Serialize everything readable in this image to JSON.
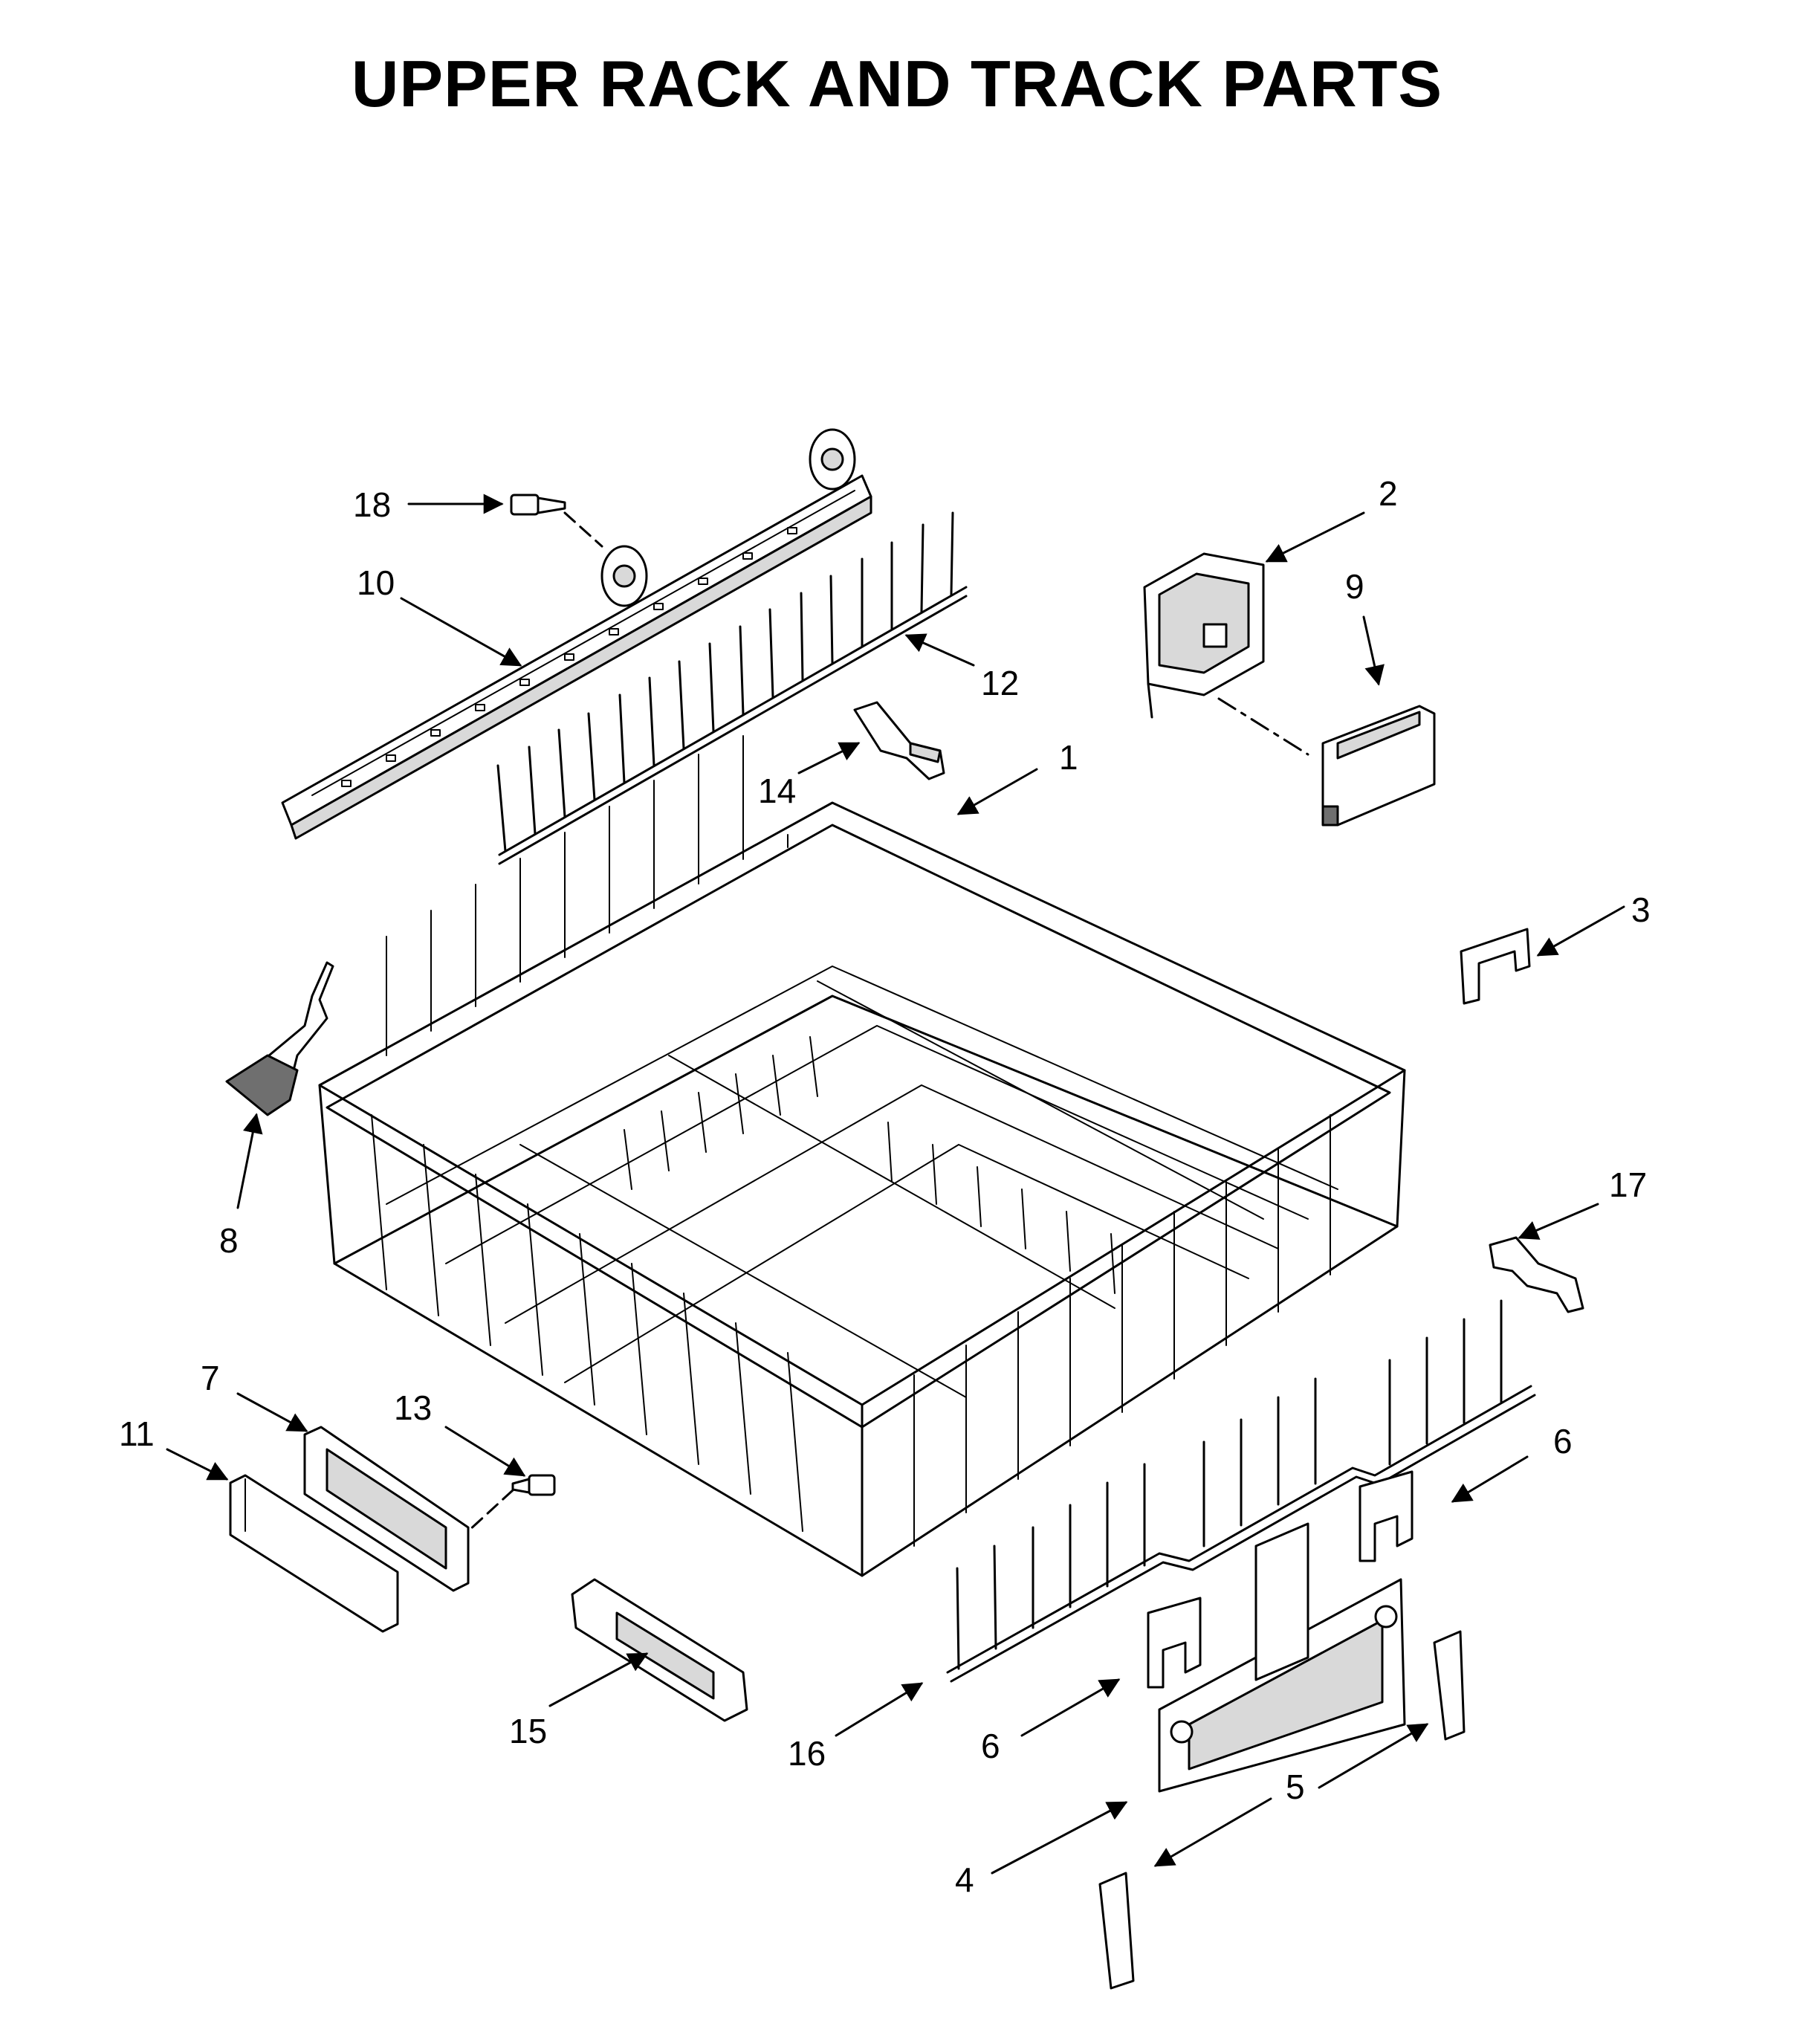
{
  "title": "UPPER RACK AND TRACK PARTS",
  "callouts": {
    "c1": "1",
    "c2": "2",
    "c3": "3",
    "c4": "4",
    "c5": "5",
    "c6a": "6",
    "c6b": "6",
    "c7": "7",
    "c8": "8",
    "c9": "9",
    "c10": "10",
    "c11": "11",
    "c12": "12",
    "c13": "13",
    "c14": "14",
    "c15": "15",
    "c16": "16",
    "c17": "17",
    "c18": "18"
  }
}
